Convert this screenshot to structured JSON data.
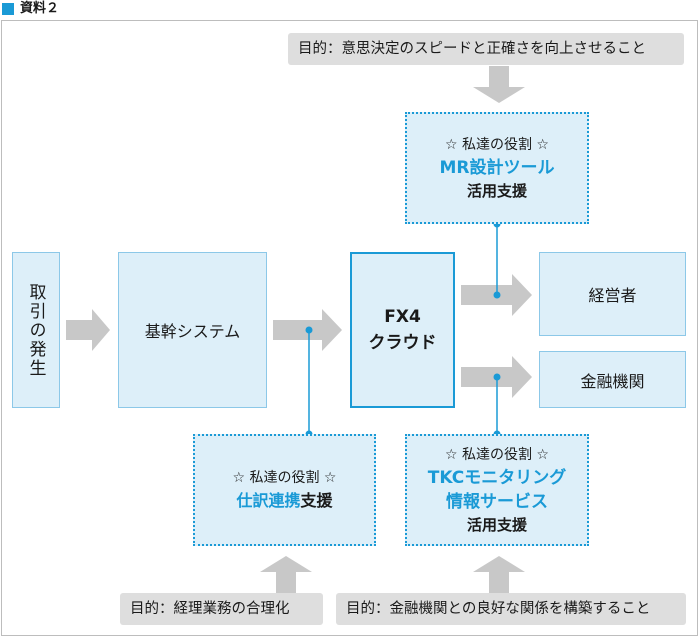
{
  "header": {
    "title": "資料２"
  },
  "purposes": {
    "top": "目的：意思決定のスピードと正確さを向上させること",
    "bottom_left": "目的：経理業務の合理化",
    "bottom_right": "目的：金融機関との良好な関係を構築すること"
  },
  "nodes": {
    "transaction": "取引の発生",
    "core_system": "基幹システム",
    "fx4_line1": "FX4",
    "fx4_line2": "クラウド",
    "management": "経営者",
    "financial": "金融機関"
  },
  "roles": {
    "label": "☆ 私達の役割 ☆",
    "mr": {
      "line1": "MR設計ツール",
      "line2": "活用支援"
    },
    "journal": {
      "blue": "仕訳連携",
      "black": "支援"
    },
    "tkc": {
      "line1": "TKCモニタリング",
      "line2": "情報サービス",
      "line3": "活用支援"
    }
  },
  "colors": {
    "accent": "#1a9ad6",
    "box_fill": "#ddeff9",
    "arrow_gray": "#c8c8c8",
    "pill_gray": "#dedede"
  }
}
